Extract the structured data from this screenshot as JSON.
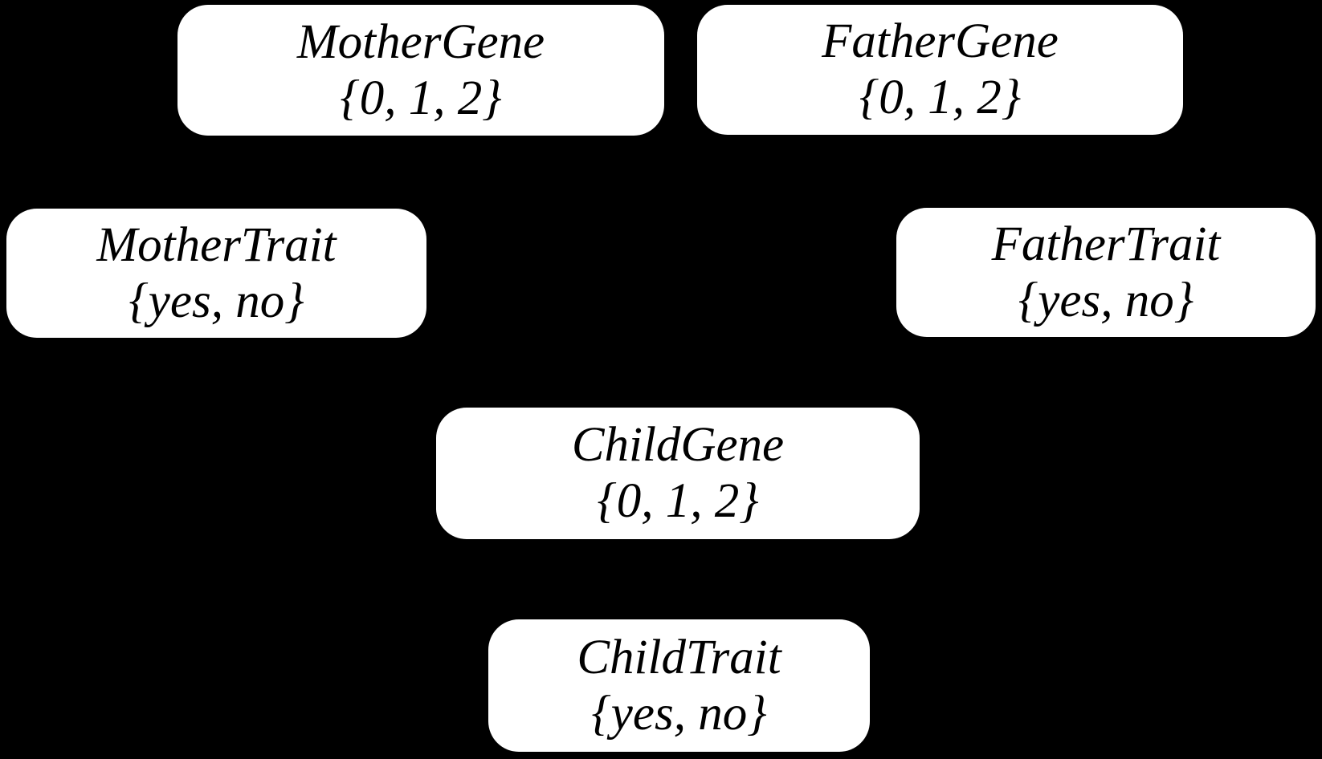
{
  "canvas": {
    "background_color": "#000000"
  },
  "node_style": {
    "fill_color": "#ffffff",
    "text_color": "#000000"
  },
  "nodes": [
    {
      "id": "mother-gene",
      "label": "MotherGene",
      "domain": "{0, 1, 2}"
    },
    {
      "id": "father-gene",
      "label": "FatherGene",
      "domain": "{0, 1, 2}"
    },
    {
      "id": "mother-trait",
      "label": "MotherTrait",
      "domain": "{yes, no}"
    },
    {
      "id": "father-trait",
      "label": "FatherTrait",
      "domain": "{yes, no}"
    },
    {
      "id": "child-gene",
      "label": "ChildGene",
      "domain": "{0, 1, 2}"
    },
    {
      "id": "child-trait",
      "label": "ChildTrait",
      "domain": "{yes, no}"
    }
  ]
}
